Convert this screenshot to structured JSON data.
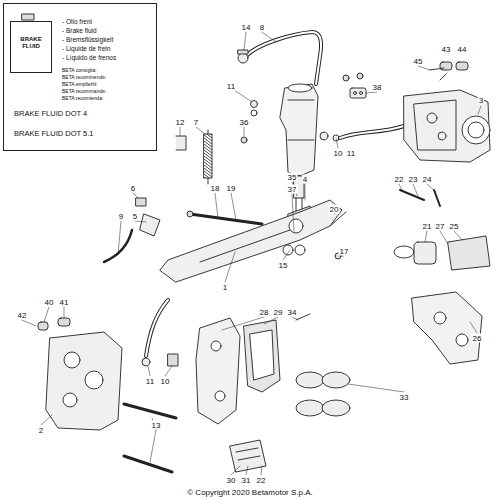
{
  "diagram": {
    "caption": "© Copyright 2020 Betamotor S.p.A.",
    "nodes": [
      {
        "text": [
          "- Olio freni",
          "- Brake fluid",
          "- Bremsflüssigkeit",
          "- Liquide de frein",
          "- Líquido de frenos",
          "BETA consiglia:",
          "BETA recommends:",
          "BETA empfiehlt:",
          "BETA recommande:",
          "BETA recomienda:",
          "BRAKE FLUID DOT 4",
          "BRAKE FLUID DOT 5.1"
        ]
      },
      {
        "text": [
          "BRAKE FLUID"
        ],
        "in": 0
      }
    ],
    "labels": [
      "14",
      "8",
      "11",
      "38",
      "43",
      "44",
      "45",
      "3",
      "12",
      "7",
      "36",
      "10",
      "11",
      "4",
      "35",
      "37",
      "22",
      "23",
      "24",
      "6",
      "18",
      "19",
      "20",
      "9",
      "5",
      "21",
      "27",
      "25",
      "15",
      "17",
      "1",
      "40",
      "41",
      "42",
      "28",
      "29",
      "34",
      "26",
      "11",
      "10",
      "33",
      "13",
      "2",
      "30",
      "31",
      "22"
    ]
  }
}
